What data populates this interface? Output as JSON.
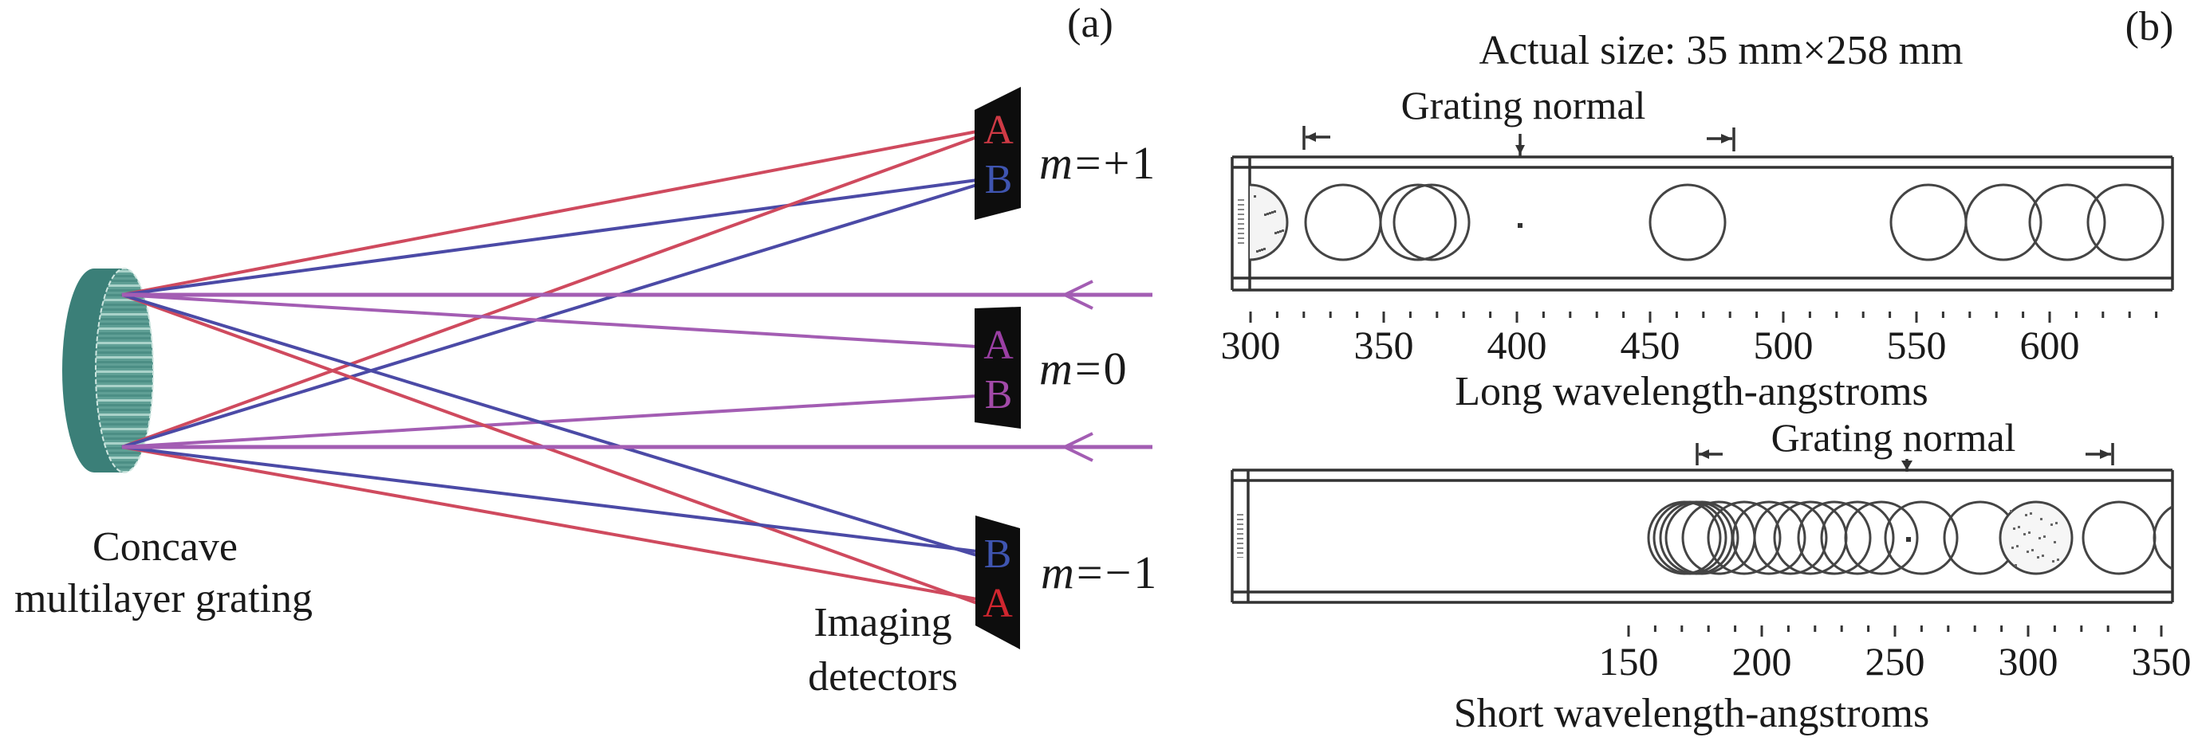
{
  "panel_a": {
    "panel_label": "(a)",
    "grating_label_line1": "Concave",
    "grating_label_line2": "multilayer grating",
    "detector_label_line1": "Imaging",
    "detector_label_line2": "detectors",
    "order_var": "m",
    "orders": [
      {
        "value": "=+1",
        "letters": [
          "A",
          "B"
        ]
      },
      {
        "value": "=0",
        "letters": [
          "A",
          "B"
        ]
      },
      {
        "value": "=−1",
        "letters": [
          "B",
          "A"
        ]
      }
    ],
    "colors": {
      "ray_a": "#cf4a5e",
      "ray_b": "#4b4aa6",
      "ray_zero": "#a35db3",
      "grating_body": "#3b7f78",
      "grating_face": "#5f9f95",
      "detector": "#0d0d0d"
    }
  },
  "panel_b": {
    "panel_label": "(b)",
    "actual_size": "Actual size: 35 mm×258 mm",
    "long_strip": {
      "normal_label": "Grating normal",
      "axis_title": "Long wavelength-angstroms",
      "tick_labels": [
        "300",
        "350",
        "400",
        "450",
        "500",
        "550",
        "600"
      ]
    },
    "short_strip": {
      "normal_label": "Grating normal",
      "axis_title": "Short wavelength-angstroms",
      "tick_labels": [
        "150",
        "200",
        "250",
        "300",
        "350"
      ]
    }
  }
}
